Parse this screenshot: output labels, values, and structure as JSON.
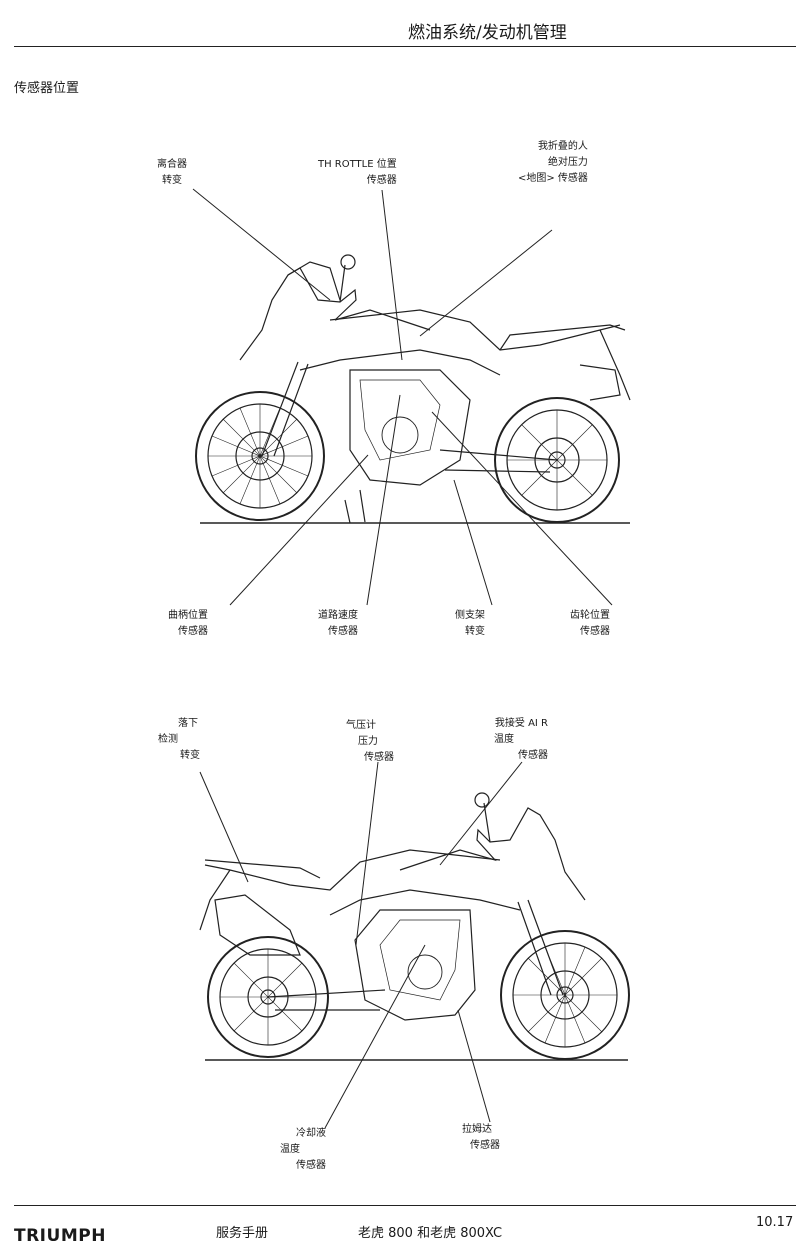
{
  "header": {
    "title": "燃油系统/发动机管理"
  },
  "section": {
    "title": "传感器位置"
  },
  "figure1": {
    "labels": {
      "clutch": [
        "离合器",
        "转变"
      ],
      "throttle": [
        "TH ROTTLE 位置",
        "传感器"
      ],
      "map": [
        "我折叠的人",
        "绝对压力",
        "<地图> 传感器"
      ],
      "crank": [
        "曲柄位置",
        "传感器"
      ],
      "road_speed": [
        "道路速度",
        "传感器"
      ],
      "sidestand": [
        "侧支架",
        "转变"
      ],
      "gear": [
        "齿轮位置",
        "传感器"
      ]
    }
  },
  "figure2": {
    "labels": {
      "fall": [
        "落下",
        "检测",
        "转变"
      ],
      "barometric": [
        "气压计",
        "压力",
        "传感器"
      ],
      "air_temp": [
        "我接受 AI R",
        "温度",
        "传感器"
      ],
      "coolant": [
        "冷却液",
        "温度",
        "传感器"
      ],
      "lambda": [
        "拉姆达",
        "传感器"
      ]
    }
  },
  "footer": {
    "brand": "TRIUMPH",
    "manual": "服务手册",
    "model": "老虎 800 和老虎 800XC",
    "page": "10.17"
  }
}
